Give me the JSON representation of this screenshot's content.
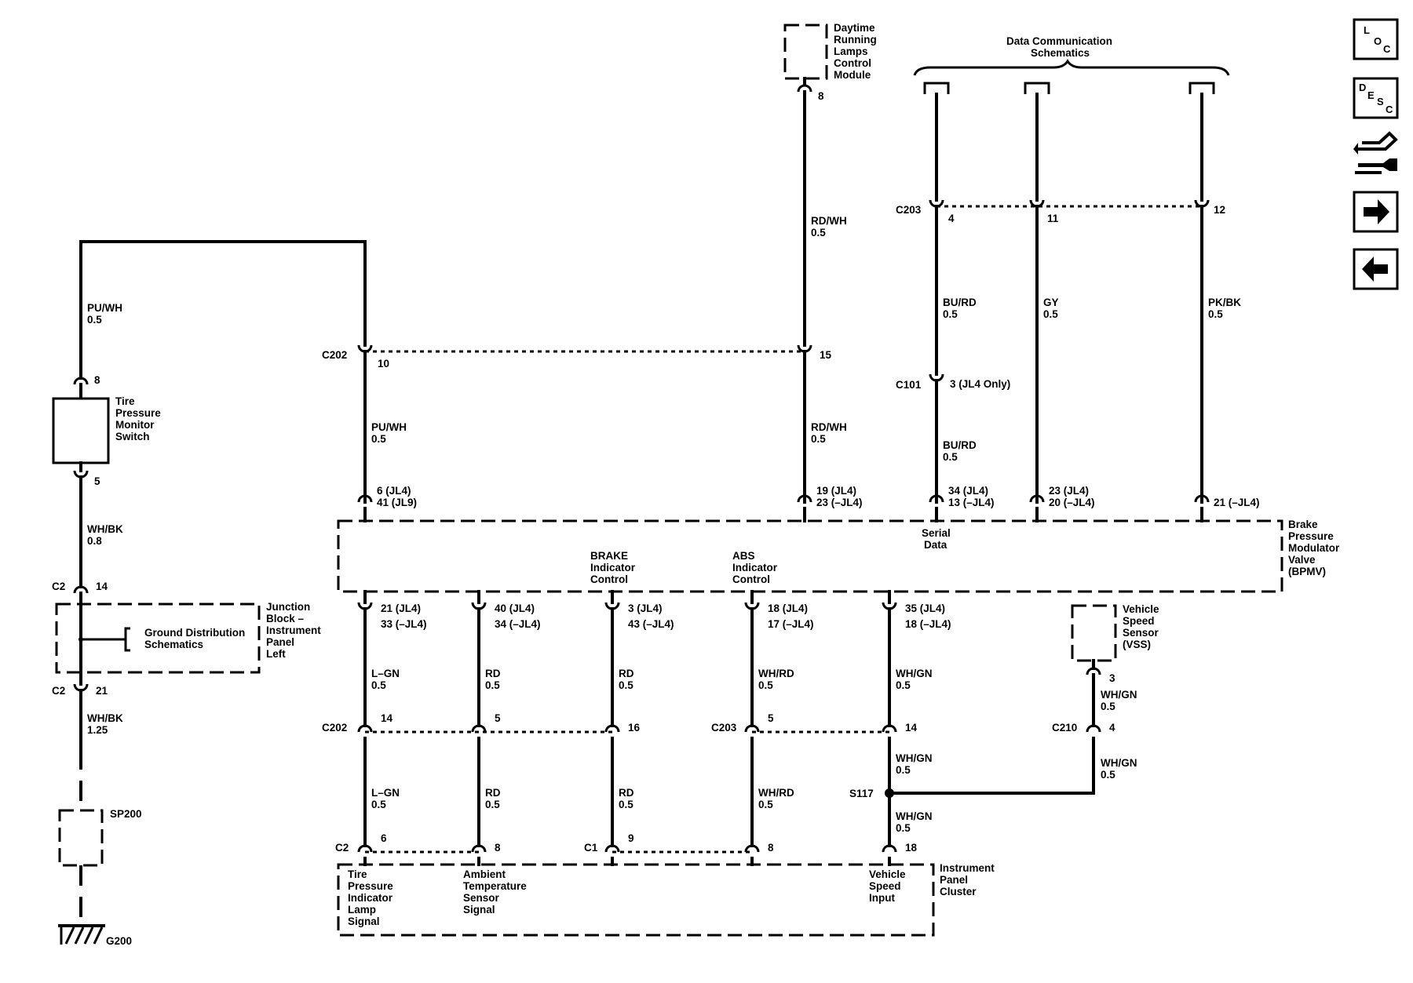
{
  "components": {
    "drl": [
      "Daytime",
      "Running",
      "Lamps",
      "Control",
      "Module"
    ],
    "data_comm": [
      "Data Communication",
      "Schematics"
    ],
    "tpms": [
      "Tire",
      "Pressure",
      "Monitor",
      "Switch"
    ],
    "junction": [
      "Junction",
      "Block –",
      "Instrument",
      "Panel",
      "Left"
    ],
    "ground_dist": [
      "Ground Distribution",
      "Schematics"
    ],
    "bpmv": [
      "Brake",
      "Pressure",
      "Modulator",
      "Valve",
      "(BPMV)"
    ],
    "vss": [
      "Vehicle",
      "Speed",
      "Sensor",
      "(VSS)"
    ],
    "ipc": [
      "Instrument",
      "Panel",
      "Cluster"
    ]
  },
  "connectors": {
    "c202_top": "C202",
    "c203_top": "C203",
    "c101": "C101",
    "c2_14": "C2",
    "c2_21": "C2",
    "c202_mid": "C202",
    "c203_mid": "C203",
    "c210": "C210",
    "s117": "S117",
    "c2_bot": "C2",
    "c1_bot": "C1",
    "sp200": "SP200",
    "g200": "G200"
  },
  "pins": {
    "drl_8": "8",
    "tpms_8": "8",
    "tpms_5": "5",
    "c202_10": "10",
    "c202_15": "15",
    "c203_4": "4",
    "c203_11": "11",
    "c203_12": "12",
    "c101_3": "3 (JL4 Only)",
    "bp_6a": "6 (JL4)",
    "bp_6b": "41 (JL9)",
    "bp_19a": "19 (JL4)",
    "bp_19b": "23 (–JL4)",
    "bp_34a": "34 (JL4)",
    "bp_34b": "13 (–JL4)",
    "bp_23a": "23 (JL4)",
    "bp_23b": "20 (–JL4)",
    "bp_21": "21 (–JL4)",
    "c2_14": "14",
    "c2_21": "21",
    "bl_21a": "21 (JL4)",
    "bl_21b": "33 (–JL4)",
    "bl_40a": "40 (JL4)",
    "bl_40b": "34 (–JL4)",
    "bl_3a": "3 (JL4)",
    "bl_3b": "43 (–JL4)",
    "bl_18a": "18 (JL4)",
    "bl_18b": "17 (–JL4)",
    "bl_35a": "35 (JL4)",
    "bl_35b": "18 (–JL4)",
    "vss_3": "3",
    "c210_4": "4",
    "c202_14": "14",
    "c202_5": "5",
    "c202_16": "16",
    "c203_5": "5",
    "c203_14": "14",
    "ipc_6": "6",
    "ipc_8a": "8",
    "ipc_9": "9",
    "ipc_8b": "8",
    "ipc_18": "18"
  },
  "wires": {
    "pu_wh_top": [
      "PU/WH",
      "0.5"
    ],
    "rd_wh_top": [
      "RD/WH",
      "0.5"
    ],
    "bu_rd_top": [
      "BU/RD",
      "0.5"
    ],
    "gy": [
      "GY",
      "0.5"
    ],
    "pk_bk": [
      "PK/BK",
      "0.5"
    ],
    "pu_wh_mid": [
      "PU/WH",
      "0.5"
    ],
    "rd_wh_mid": [
      "RD/WH",
      "0.5"
    ],
    "bu_rd_mid": [
      "BU/RD",
      "0.5"
    ],
    "wh_bk_a": [
      "WH/BK",
      "0.8"
    ],
    "wh_bk_b": [
      "WH/BK",
      "1.25"
    ],
    "lgn_a": [
      "L–GN",
      "0.5"
    ],
    "rd_a": [
      "RD",
      "0.5"
    ],
    "rd_b": [
      "RD",
      "0.5"
    ],
    "whrd_a": [
      "WH/RD",
      "0.5"
    ],
    "whgn_a": [
      "WH/GN",
      "0.5"
    ],
    "lgn_b": [
      "L–GN",
      "0.5"
    ],
    "rd_c": [
      "RD",
      "0.5"
    ],
    "rd_d": [
      "RD",
      "0.5"
    ],
    "whrd_b": [
      "WH/RD",
      "0.5"
    ],
    "whgn_b": [
      "WH/GN",
      "0.5"
    ],
    "whgn_c": [
      "WH/GN",
      "0.5"
    ],
    "whgn_vss": [
      "WH/GN",
      "0.5"
    ],
    "whgn_c210": [
      "WH/GN",
      "0.5"
    ]
  },
  "signals": {
    "serial_data": [
      "Serial",
      "Data"
    ],
    "brake_ind": [
      "BRAKE",
      "Indicator",
      "Control"
    ],
    "abs_ind": [
      "ABS",
      "Indicator",
      "Control"
    ],
    "tp_lamp": [
      "Tire",
      "Pressure",
      "Indicator",
      "Lamp",
      "Signal"
    ],
    "amb_temp": [
      "Ambient",
      "Temperature",
      "Sensor",
      "Signal"
    ],
    "vs_input": [
      "Vehicle",
      "Speed",
      "Input"
    ]
  },
  "nav": {
    "loc": [
      "L",
      "O",
      "C"
    ],
    "desc": [
      "D",
      "E",
      "S",
      "C"
    ]
  }
}
